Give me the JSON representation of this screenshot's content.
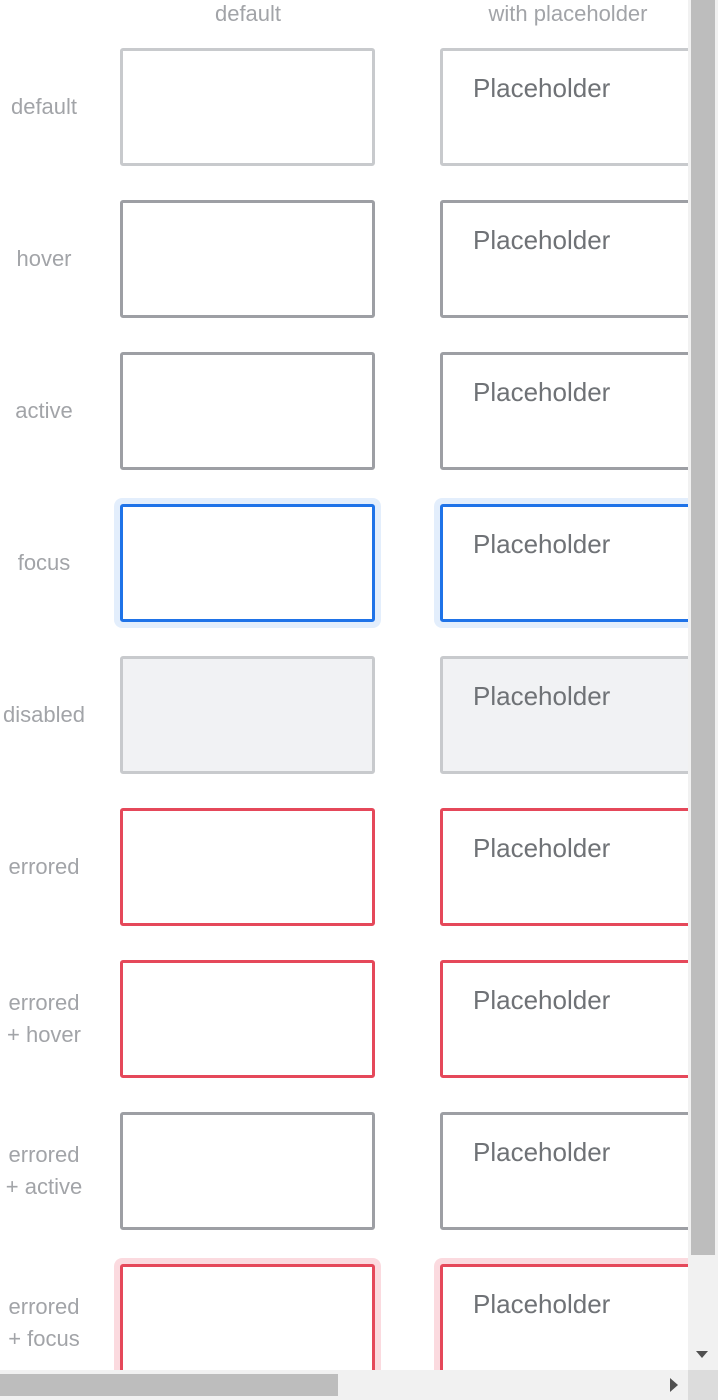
{
  "columns": {
    "default": "default",
    "with_placeholder": "with placeholder"
  },
  "placeholder": "Placeholder",
  "rows": [
    {
      "state": "default",
      "label_lines": [
        "default"
      ]
    },
    {
      "state": "hover",
      "label_lines": [
        "hover"
      ]
    },
    {
      "state": "active",
      "label_lines": [
        "active"
      ]
    },
    {
      "state": "focus",
      "label_lines": [
        "focus"
      ]
    },
    {
      "state": "disabled",
      "label_lines": [
        "disabled"
      ]
    },
    {
      "state": "errored",
      "label_lines": [
        "errored"
      ]
    },
    {
      "state": "errored-hover",
      "label_lines": [
        "errored",
        "+ hover"
      ]
    },
    {
      "state": "errored-active",
      "label_lines": [
        "errored",
        "+ active"
      ]
    },
    {
      "state": "errored-focus",
      "label_lines": [
        "errored",
        "+ focus"
      ]
    }
  ],
  "colors": {
    "border_default": "#c8cacd",
    "border_hover": "#9d9fa4",
    "focus_blue": "#1f73e8",
    "error_red": "#e5485a",
    "disabled_bg": "#f1f2f4"
  }
}
